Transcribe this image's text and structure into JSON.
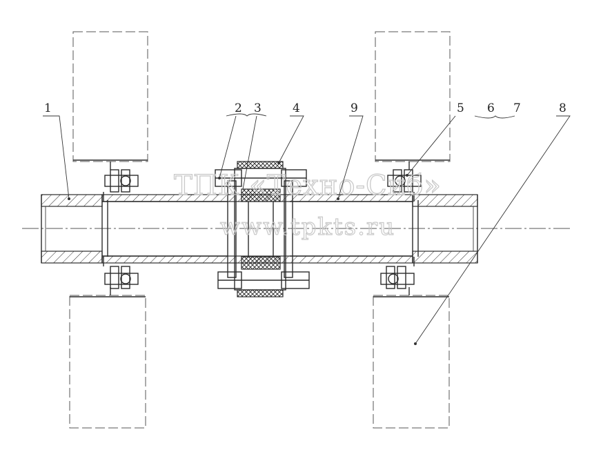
{
  "watermark": {
    "company": "ТПК «Техно-Сиб»",
    "url": "www.tpkts.ru"
  },
  "callouts": [
    {
      "id": "c1",
      "label": "1"
    },
    {
      "id": "c2",
      "label": "2"
    },
    {
      "id": "c3",
      "label": "3"
    },
    {
      "id": "c4",
      "label": "4"
    },
    {
      "id": "c5",
      "label": "5"
    },
    {
      "id": "c6",
      "label": "6"
    },
    {
      "id": "c7",
      "label": "7"
    },
    {
      "id": "c8",
      "label": "8"
    },
    {
      "id": "c9",
      "label": "9"
    }
  ],
  "colors": {
    "line": "#2b2b2b",
    "background": "#ffffff",
    "watermark": "#c9c9c9"
  }
}
